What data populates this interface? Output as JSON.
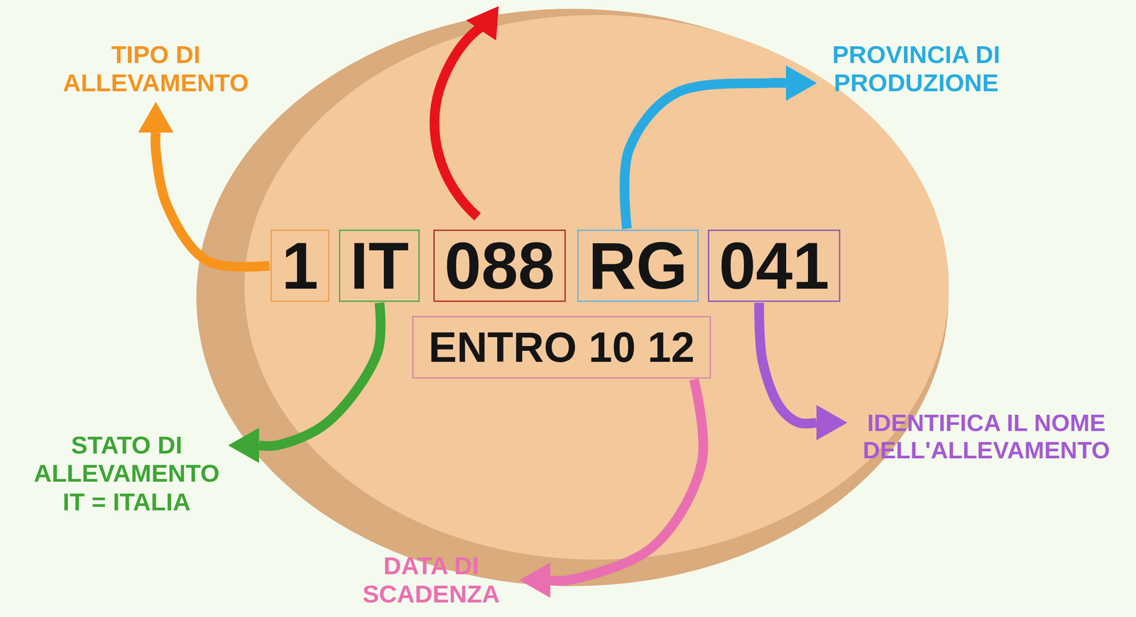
{
  "diagram": {
    "nodes": [
      {
        "text": [
          "TIPO DI ALLEVAMENTO"
        ]
      },
      {
        "text": [
          "PROVINCIA DI PRODUZIONE"
        ]
      },
      {
        "text": [
          "1"
        ]
      },
      {
        "text": [
          "IT"
        ]
      },
      {
        "text": [
          "088"
        ]
      },
      {
        "text": [
          "RG"
        ]
      },
      {
        "text": [
          "041"
        ]
      },
      {
        "text": [
          "ENTRO 10 12"
        ]
      },
      {
        "text": [
          "IDENTIFICA IL NOME DELL'ALLEVAMENTO"
        ]
      },
      {
        "text": [
          "STATO DI ALLEVAMENTO IT = ITALIA"
        ]
      },
      {
        "text": [
          "DATA DI SCADENZA"
        ]
      }
    ],
    "edges": [
      {
        "from": 2,
        "to": 0,
        "arrow": "to"
      },
      {
        "from": 5,
        "to": 1,
        "arrow": "to"
      },
      {
        "from": 3,
        "to": 9,
        "arrow": "to"
      },
      {
        "from": 6,
        "to": 8,
        "arrow": "to"
      },
      {
        "from": 7,
        "to": 10,
        "arrow": "to"
      }
    ]
  }
}
